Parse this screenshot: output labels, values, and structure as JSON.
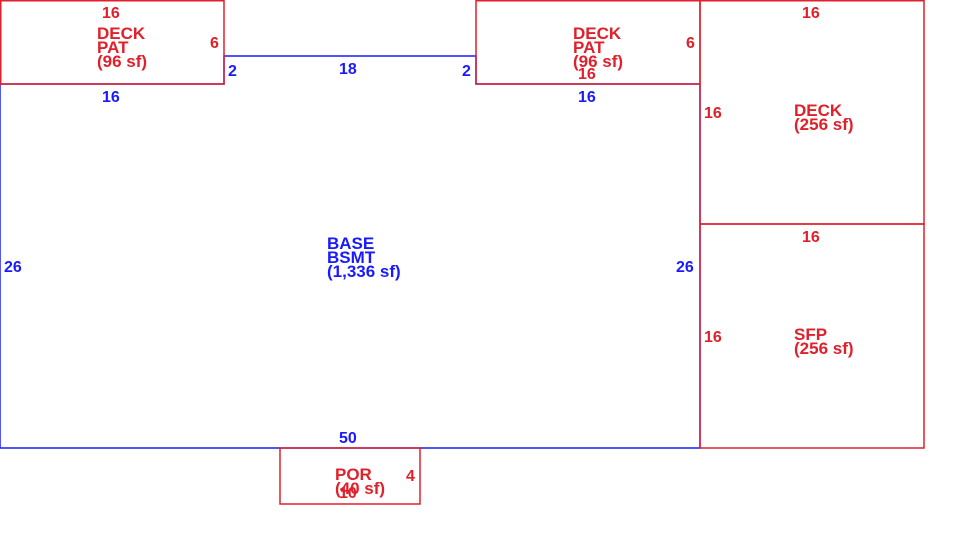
{
  "colors": {
    "base": "#1a1aff",
    "addition": "#e0202a",
    "background": "#ffffff"
  },
  "base": {
    "code": "BASE",
    "type": "BSMT",
    "area": "(1,336 sf)",
    "dims": {
      "left": "26",
      "right": "26",
      "bottom": "50",
      "top_center": "18",
      "top_left_step": "2",
      "top_right_step": "2",
      "top_left": "16",
      "top_right": "16"
    }
  },
  "deck_pat_left": {
    "name": "DECK",
    "type": "PAT",
    "area": "(96 sf)",
    "width": "16",
    "depth": "6"
  },
  "deck_pat_right": {
    "name": "DECK",
    "type": "PAT",
    "area": "(96 sf)",
    "width": "16",
    "width_bottom": "16",
    "depth": "6"
  },
  "deck": {
    "name": "DECK",
    "area": "(256 sf)",
    "width": "16",
    "depth": "16"
  },
  "sfp": {
    "name": "SFP",
    "area": "(256 sf)",
    "width": "16",
    "depth": "16"
  },
  "por": {
    "name": "POR",
    "area": "(40 sf)",
    "width": "10",
    "depth": "4"
  }
}
